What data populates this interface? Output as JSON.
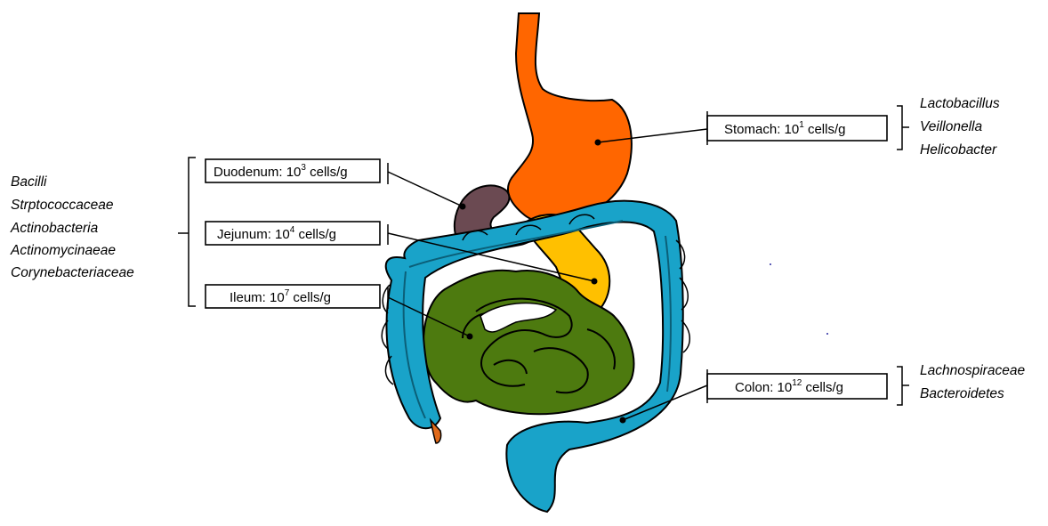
{
  "colors": {
    "stomach": "#ff6600",
    "duodenum": "#6b4a52",
    "jejunum": "#ffc000",
    "ileum": "#4d7a0f",
    "colon": "#19a3c9",
    "rectum_tip": "#e06a1a",
    "outline": "#000000"
  },
  "labels": {
    "stomach": {
      "name": "Stomach: 10",
      "exp": "1",
      "unit": " cells/g"
    },
    "duodenum": {
      "name": "Duodenum: 10",
      "exp": "3",
      "unit": " cells/g"
    },
    "jejunum": {
      "name": "Jejunum: 10",
      "exp": "4",
      "unit": " cells/g"
    },
    "ileum": {
      "name": "Ileum: 10",
      "exp": "7",
      "unit": " cells/g"
    },
    "colon": {
      "name": "Colon: 10",
      "exp": "12",
      "unit": " cells/g"
    }
  },
  "taxa": {
    "stomach": [
      "Lactobacillus",
      "Veillonella",
      "Helicobacter"
    ],
    "small_intestine": [
      "Bacilli",
      "Strptococcaceae",
      "Actinobacteria",
      "Actinomycinaeae",
      "Corynebacteriaceae"
    ],
    "colon": [
      "Lachnospiraceae",
      "Bacteroidetes"
    ]
  }
}
